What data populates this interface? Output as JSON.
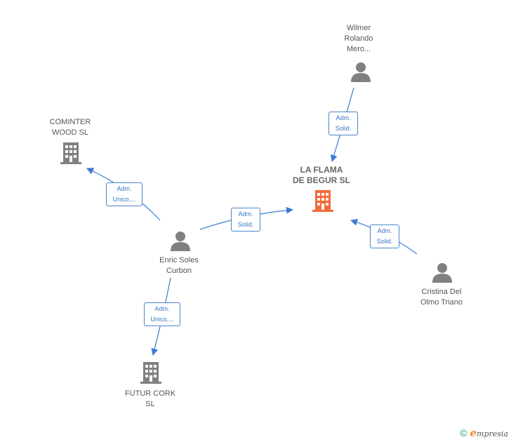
{
  "colors": {
    "edge": "#3a7bd5",
    "person": "#808080",
    "company": "#808080",
    "main_company": "#f26b3a"
  },
  "nodes": {
    "la_flama": {
      "label_line1": "LA FLAMA",
      "label_line2": "DE BEGUR  SL",
      "icon": "building-icon"
    },
    "cominter": {
      "label_line1": "COMINTER",
      "label_line2": "WOOD  SL",
      "icon": "building-icon"
    },
    "futur_cork": {
      "label_line1": "FUTUR CORK",
      "label_line2": "SL",
      "icon": "building-icon"
    },
    "wilmer": {
      "label_line1": "Wilmer",
      "label_line2": "Rolando",
      "label_line3": "Mero...",
      "icon": "person-icon"
    },
    "enric": {
      "label_line1": "Enric Soles",
      "label_line2": "Curbon",
      "icon": "person-icon"
    },
    "cristina": {
      "label_line1": "Cristina Del",
      "label_line2": "Olmo Triano",
      "icon": "person-icon"
    }
  },
  "edges": {
    "wilmer_laflama": {
      "line1": "Adm.",
      "line2": "Solid."
    },
    "enric_laflama": {
      "line1": "Adm.",
      "line2": "Solid."
    },
    "cristina_laflama": {
      "line1": "Adm.",
      "line2": "Solid."
    },
    "enric_cominter": {
      "line1": "Adm.",
      "line2": "Unico,..."
    },
    "enric_futurcork": {
      "line1": "Adm.",
      "line2": "Unico,..."
    }
  },
  "footer": {
    "copyright": "©",
    "brand_first": "e",
    "brand_rest": "mpresia"
  }
}
